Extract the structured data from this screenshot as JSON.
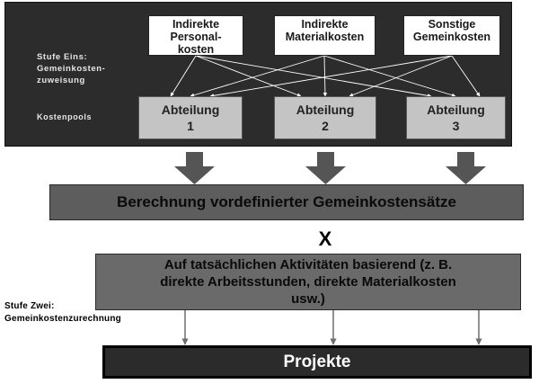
{
  "stage1": {
    "label": "Stufe Eins:\nGemeinkosten-\nzuweisung",
    "pools_label": "Kostenpools",
    "sources": [
      {
        "label": "Indirekte\nPersonal-\nkosten"
      },
      {
        "label": "Indirekte\nMaterialkosten"
      },
      {
        "label": "Sonstige\nGemeinkosten"
      }
    ],
    "pools": [
      {
        "label": "Abteilung\n1"
      },
      {
        "label": "Abteilung\n2"
      },
      {
        "label": "Abteilung\n3"
      }
    ]
  },
  "calculation": {
    "label": "Berechnung vordefinierter Gemeinkostensätze"
  },
  "operator": {
    "label": "X"
  },
  "activity": {
    "label": "Auf tatsächlichen Aktivitäten basierend (z. B.\ndirekte Arbeitsstunden, direkte Materialkosten\nusw.)"
  },
  "stage2": {
    "label": "Stufe Zwei:\nGemeinkostenzurechnung"
  },
  "projects": {
    "label": "Projekte"
  },
  "colors": {
    "panel": "#2c2c2c",
    "source_box": "#ffffff",
    "pool_box": "#c4c4c4",
    "calc_bar": "#5d5d5d",
    "activity_box": "#6a6a6a",
    "projects_bar": "#2b2b2b",
    "arrow": "#555555"
  }
}
